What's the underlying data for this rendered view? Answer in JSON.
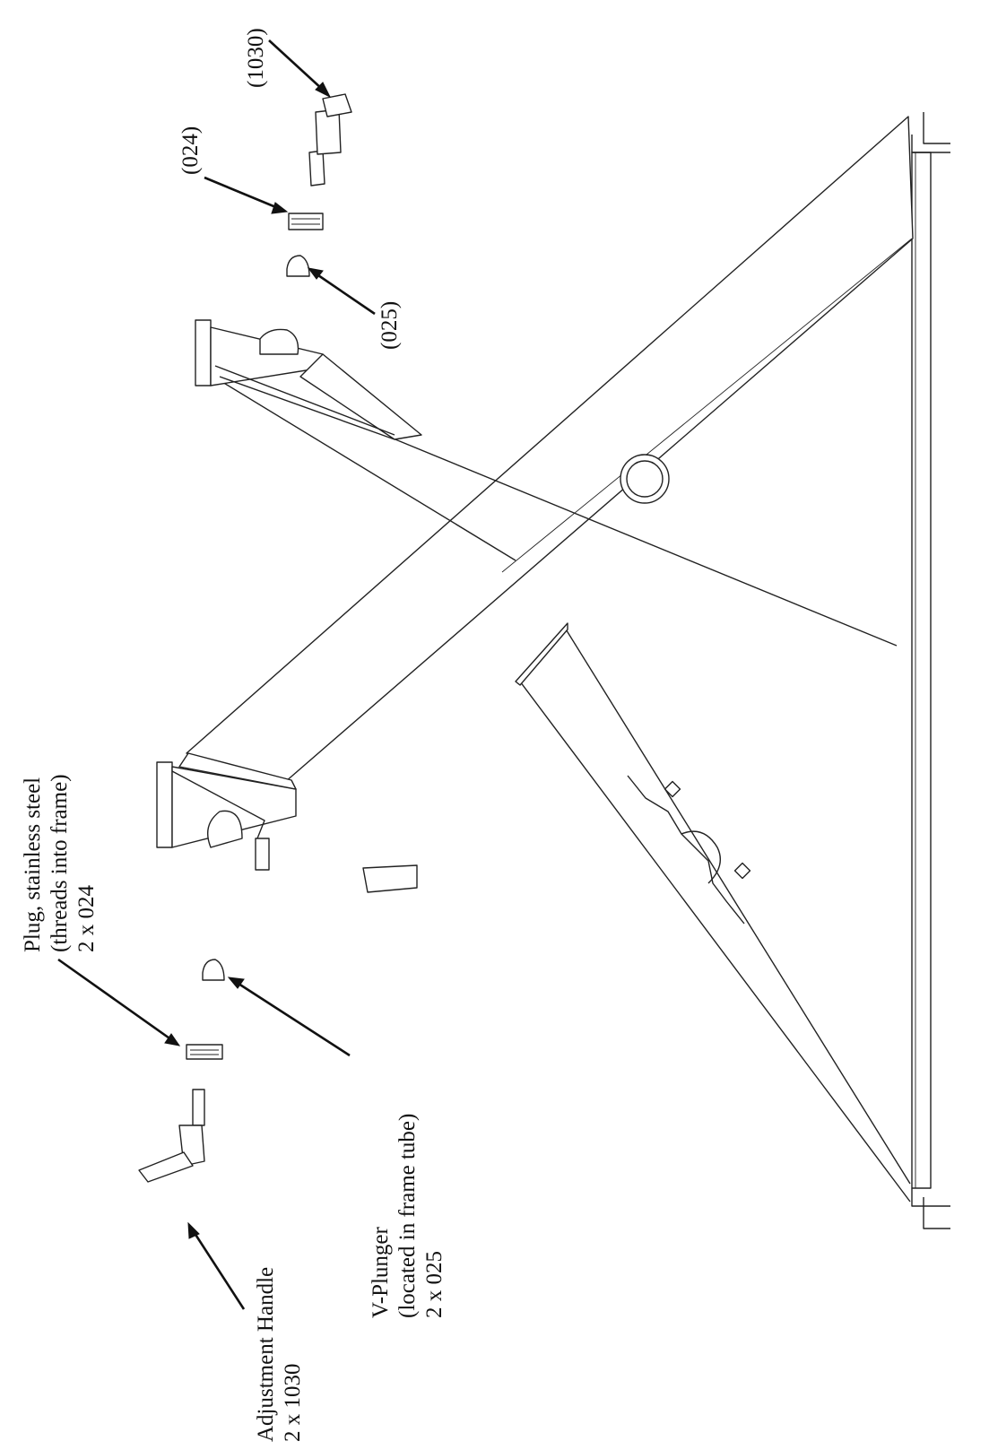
{
  "callouts": {
    "handle_ref": "(1030)",
    "plug_ref": "(024)",
    "plunger_ref": "(025)"
  },
  "labels": {
    "plug": {
      "line1": "Plug, stainless steel",
      "line2": "(threads into frame)",
      "line3": "2 x 024"
    },
    "plunger": {
      "line1": "V-Plunger",
      "line2": "(located in frame tube)",
      "line3": "2 x 025"
    },
    "handle": {
      "line1": "Adjustment Handle",
      "line2": "2 x 1030"
    }
  },
  "colors": {
    "ink": "#222222",
    "background": "#ffffff"
  }
}
